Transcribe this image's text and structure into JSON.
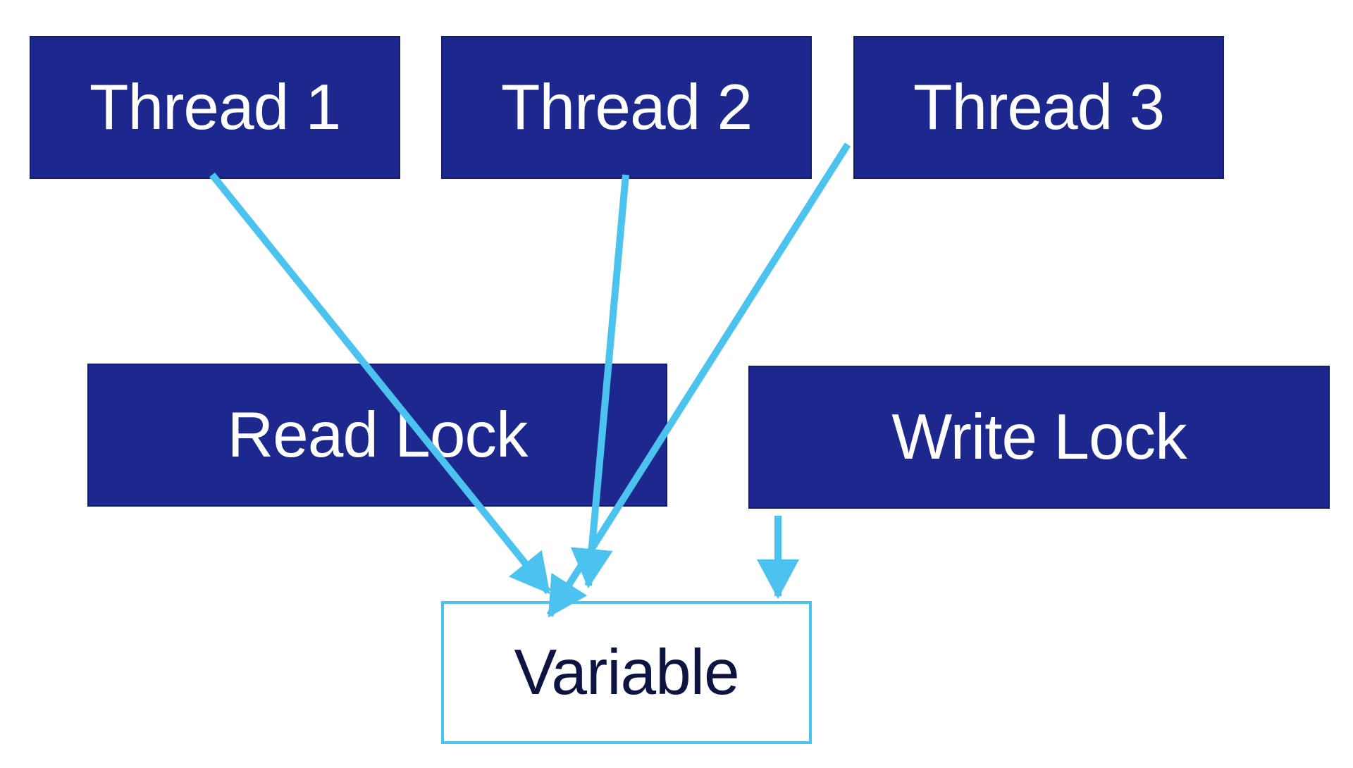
{
  "nodes": {
    "thread1": "Thread 1",
    "thread2": "Thread 2",
    "thread3": "Thread 3",
    "read_lock": "Read Lock",
    "write_lock": "Write Lock",
    "variable": "Variable"
  },
  "edges": [
    {
      "from": "Thread 1",
      "to": "Variable"
    },
    {
      "from": "Thread 2",
      "to": "Variable"
    },
    {
      "from": "Thread 3",
      "to": "Variable"
    },
    {
      "from": "Write Lock",
      "to": "Variable"
    }
  ],
  "colors": {
    "box_fill": "#1d288f",
    "box_text": "#ffffff",
    "arrow": "#4cc3ee",
    "variable_border": "#4cc3ee",
    "variable_text": "#0e1442"
  }
}
